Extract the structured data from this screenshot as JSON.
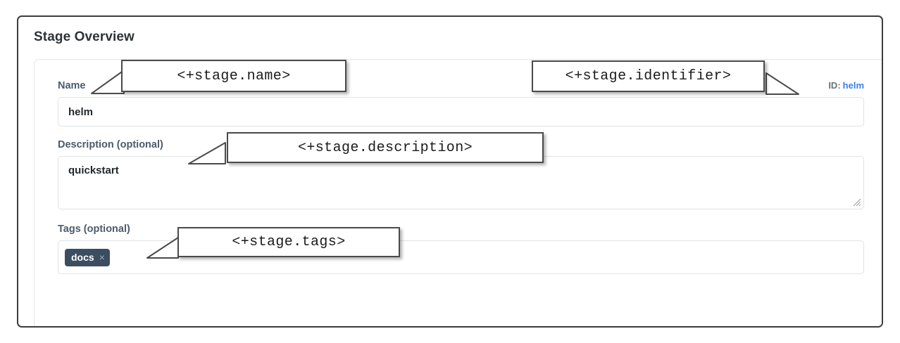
{
  "frame": {
    "title": "Stage Overview"
  },
  "form": {
    "name": {
      "label": "Name",
      "value": "helm",
      "id_key": "ID:",
      "id_value": "helm"
    },
    "description": {
      "label": "Description (optional)",
      "value": "quickstart"
    },
    "tags": {
      "label": "Tags (optional)",
      "chips": [
        {
          "label": "docs",
          "remove": "×"
        }
      ]
    }
  },
  "callouts": [
    {
      "key": "name",
      "text": "<+stage.name>"
    },
    {
      "key": "identifier",
      "text": "<+stage.identifier>"
    },
    {
      "key": "description",
      "text": "<+stage.description>"
    },
    {
      "key": "tags",
      "text": "<+stage.tags>"
    }
  ],
  "colors": {
    "frame_border": "#3c3c3c",
    "label": "#4d5b6b",
    "id_link": "#3b7fe8",
    "tag_chip": "#3c4d61",
    "input_border": "#dfe2e6"
  }
}
